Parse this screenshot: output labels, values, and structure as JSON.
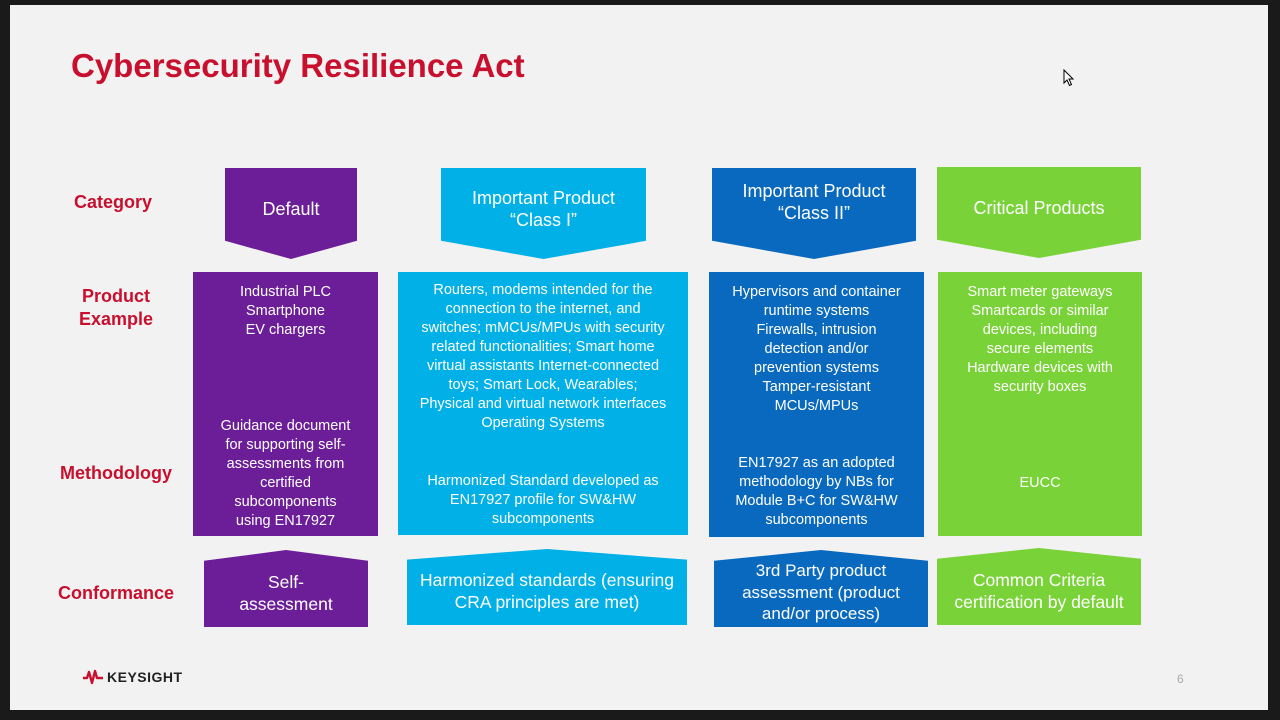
{
  "slide": {
    "title": "Cybersecurity Resilience Act",
    "page_number": "6",
    "logo_text": "KEYSIGHT"
  },
  "row_labels": {
    "category": "Category",
    "product_example": "Product\nExample",
    "methodology": "Methodology",
    "conformance": "Conformance"
  },
  "columns": [
    {
      "color": "#6c1e98",
      "category": "Default",
      "examples": "Industrial PLC\nSmartphone\nEV chargers",
      "methodology": "Guidance document\nfor supporting self-\nassessments from\ncertified\nsubcomponents\nusing EN17927",
      "conformance": "Self-\nassessment"
    },
    {
      "color": "#00b0e6",
      "category": "Important Product\n“Class I”",
      "examples": "Routers, modems intended for the\nconnection to the internet, and\nswitches; mMCUs/MPUs with security\nrelated functionalities; Smart home\nvirtual assistants Internet-connected\ntoys; Smart Lock, Wearables;\nPhysical and virtual network interfaces\nOperating Systems",
      "methodology": "Harmonized Standard developed as\nEN17927 profile for SW&HW\nsubcomponents",
      "conformance": "Harmonized standards (ensuring\nCRA principles are met)"
    },
    {
      "color": "#0969be",
      "category": "Important Product\n“Class II”",
      "examples": "Hypervisors and container\nruntime systems\nFirewalls, intrusion\ndetection and/or\nprevention systems\nTamper-resistant\nMCUs/MPUs",
      "methodology": "EN17927 as an adopted\nmethodology by NBs for\nModule B+C for SW&HW\nsubcomponents",
      "conformance": "3rd Party product\nassessment (product\nand/or process)"
    },
    {
      "color": "#79d338",
      "category": "Critical Products",
      "examples": "Smart meter gateways\nSmartcards or similar\ndevices, including\nsecure elements\nHardware devices with\nsecurity boxes",
      "methodology": "EUCC",
      "conformance": "Common Criteria\ncertification by default"
    }
  ]
}
